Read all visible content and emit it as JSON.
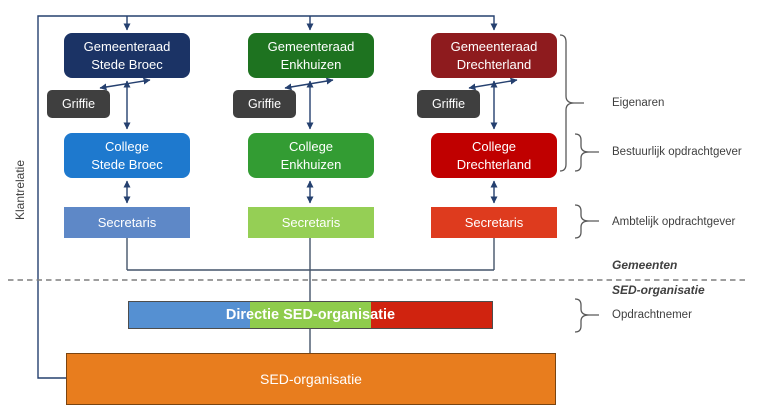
{
  "left_label": "Klantrelatie",
  "columns": [
    {
      "name": "Stede Broec",
      "council": {
        "line1": "Gemeenteraad",
        "line2": "Stede Broec",
        "color": "#1B3365"
      },
      "griffie": {
        "label": "Griffie",
        "color": "#3F3F3F"
      },
      "college": {
        "line1": "College",
        "line2": "Stede Broec",
        "color": "#1E79CE"
      },
      "secretaris": {
        "label": "Secretaris",
        "color": "#5E88C7"
      }
    },
    {
      "name": "Enkhuizen",
      "council": {
        "line1": "Gemeenteraad",
        "line2": "Enkhuizen",
        "color": "#1E7320"
      },
      "griffie": {
        "label": "Griffie",
        "color": "#3F3F3F"
      },
      "college": {
        "line1": "College",
        "line2": "Enkhuizen",
        "color": "#339C33"
      },
      "secretaris": {
        "label": "Secretaris",
        "color": "#95CF55"
      }
    },
    {
      "name": "Drechterland",
      "council": {
        "line1": "Gemeenteraad",
        "line2": "Drechterland",
        "color": "#8E1B1E"
      },
      "griffie": {
        "label": "Griffie",
        "color": "#3F3F3F"
      },
      "college": {
        "line1": "College",
        "line2": "Drechterland",
        "color": "#C00000"
      },
      "secretaris": {
        "label": "Secretaris",
        "color": "#DE3B1E"
      }
    }
  ],
  "directie": {
    "label": "Directie SED-organisatie",
    "segment_colors": [
      "#5590D2",
      "#8FCC4D",
      "#D0230F"
    ]
  },
  "sed": {
    "label": "SED-organisatie",
    "color": "#E87D1E"
  },
  "annotations": {
    "eigenaren": "Eigenaren",
    "bestuurlijk": "Bestuurlijk opdrachtgever",
    "ambtelijk": "Ambtelijk opdrachtgever",
    "gemeenten": "Gemeenten",
    "sed_organisatie": "SED-organisatie",
    "opdrachtnemer": "Opdrachtnemer"
  },
  "colors": {
    "arrow_line": "#25406F",
    "connector_line": "#44546A",
    "dashed_divider": "#7F7F7F",
    "brace": "#595959",
    "label_text": "#3F3F3F"
  }
}
